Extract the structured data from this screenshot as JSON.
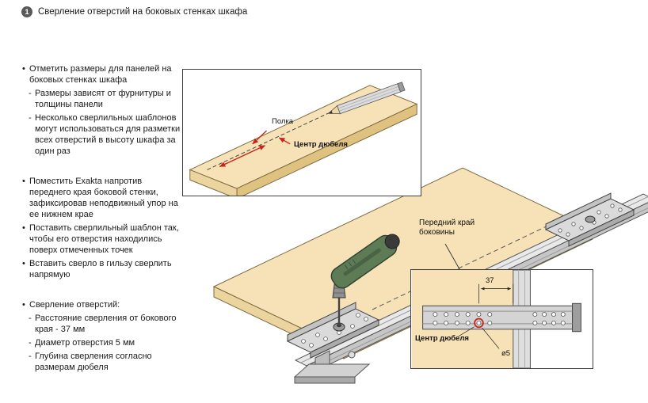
{
  "header": {
    "step_number": "1",
    "title": "Сверление отверстий на боковых стенках шкафа"
  },
  "instructions": {
    "groups": [
      {
        "items": [
          {
            "marker": "•",
            "text": "Отметить размеры для панелей на боковых стенках шкафа"
          },
          {
            "marker": "-",
            "text": "Размеры зависят от фурнитуры и толщины панели"
          },
          {
            "marker": "-",
            "text": "Несколько сверлильных шаблонов могут использоваться для разметки всех отверстий в высоту шкафа за один раз"
          }
        ]
      },
      {
        "items": [
          {
            "marker": "•",
            "text": "Поместить Exakta напротив переднего края боковой стенки, зафиксировав неподвижный упор на ее нижнем крае"
          },
          {
            "marker": "•",
            "text": "Поставить сверлильный шаблон так, чтобы его отверстия находились поверх отмеченных точек"
          },
          {
            "marker": "•",
            "text": "Вставить сверло в гильзу сверлить напрямую"
          }
        ]
      },
      {
        "items": [
          {
            "marker": "•",
            "text": "Сверление отверстий:"
          },
          {
            "marker": "-",
            "text": "Расстояние сверления от бокового края - 37 мм"
          },
          {
            "marker": "-",
            "text": "Диаметр отверстия 5 мм"
          },
          {
            "marker": "-",
            "text": "Глубина сверления согласно размерам дюбеля"
          }
        ]
      }
    ]
  },
  "inset_marking": {
    "shelf_label": "Полка",
    "dowel_center_label": "Центр дюбеля"
  },
  "main_illustration": {
    "front_edge_label": "Передний край боковины"
  },
  "inset_template": {
    "dimension_37": "37",
    "dowel_center_label": "Центр дюбеля",
    "hole_diameter_label": "ø5"
  },
  "colors": {
    "panel_wood": "#f6e2b6",
    "panel_edge": "#dfc180",
    "rail_gray": "#d8d8d8",
    "accent_red": "#c9241c",
    "drill_green": "#5d7b55"
  }
}
